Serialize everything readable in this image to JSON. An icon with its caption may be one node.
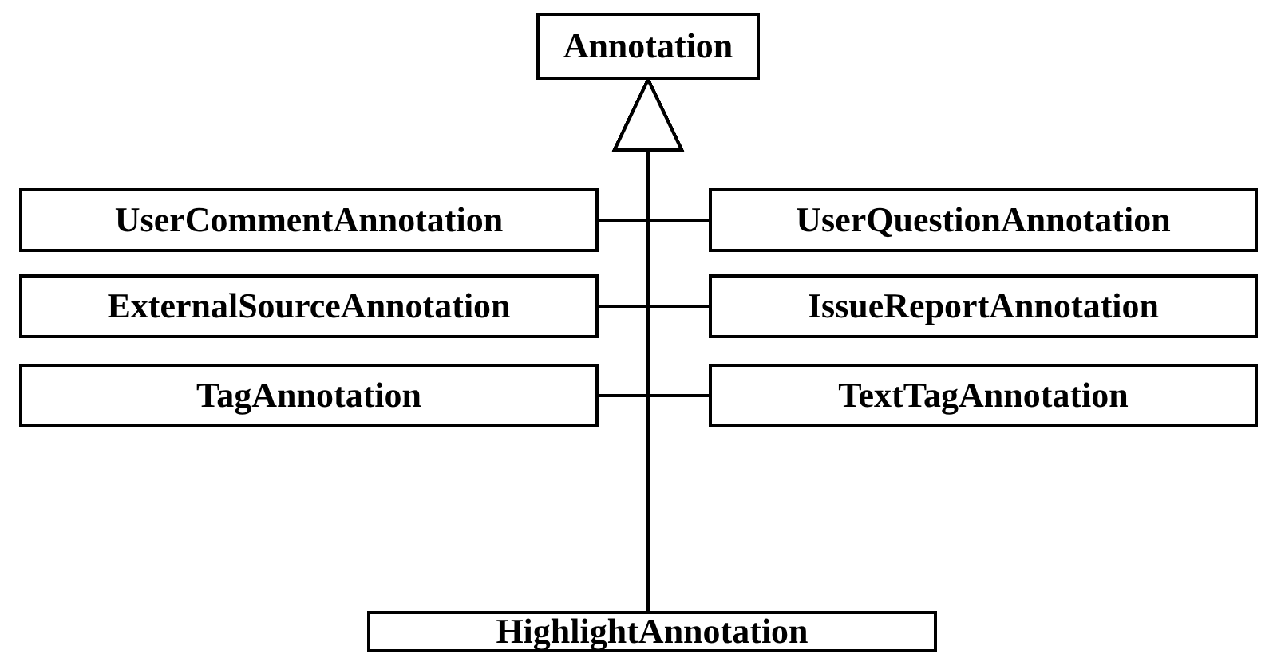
{
  "diagram": {
    "nodes": [
      {
        "text": [
          "Annotation"
        ]
      },
      {
        "text": [
          "UserCommentAnnotation"
        ]
      },
      {
        "text": [
          "UserQuestionAnnotation"
        ]
      },
      {
        "text": [
          "ExternalSourceAnnotation"
        ]
      },
      {
        "text": [
          "IssueReportAnnotation"
        ]
      },
      {
        "text": [
          "TagAnnotation"
        ]
      },
      {
        "text": [
          "TextTagAnnotation"
        ]
      },
      {
        "text": [
          "HighlightAnnotation"
        ]
      }
    ],
    "edges": [
      {
        "from": 1,
        "to": 0,
        "arrow": "to"
      },
      {
        "from": 2,
        "to": 0,
        "arrow": "to"
      },
      {
        "from": 3,
        "to": 0,
        "arrow": "to"
      },
      {
        "from": 4,
        "to": 0,
        "arrow": "to"
      },
      {
        "from": 5,
        "to": 0,
        "arrow": "to"
      },
      {
        "from": 6,
        "to": 0,
        "arrow": "to"
      },
      {
        "from": 7,
        "to": 0,
        "arrow": "to"
      }
    ]
  }
}
